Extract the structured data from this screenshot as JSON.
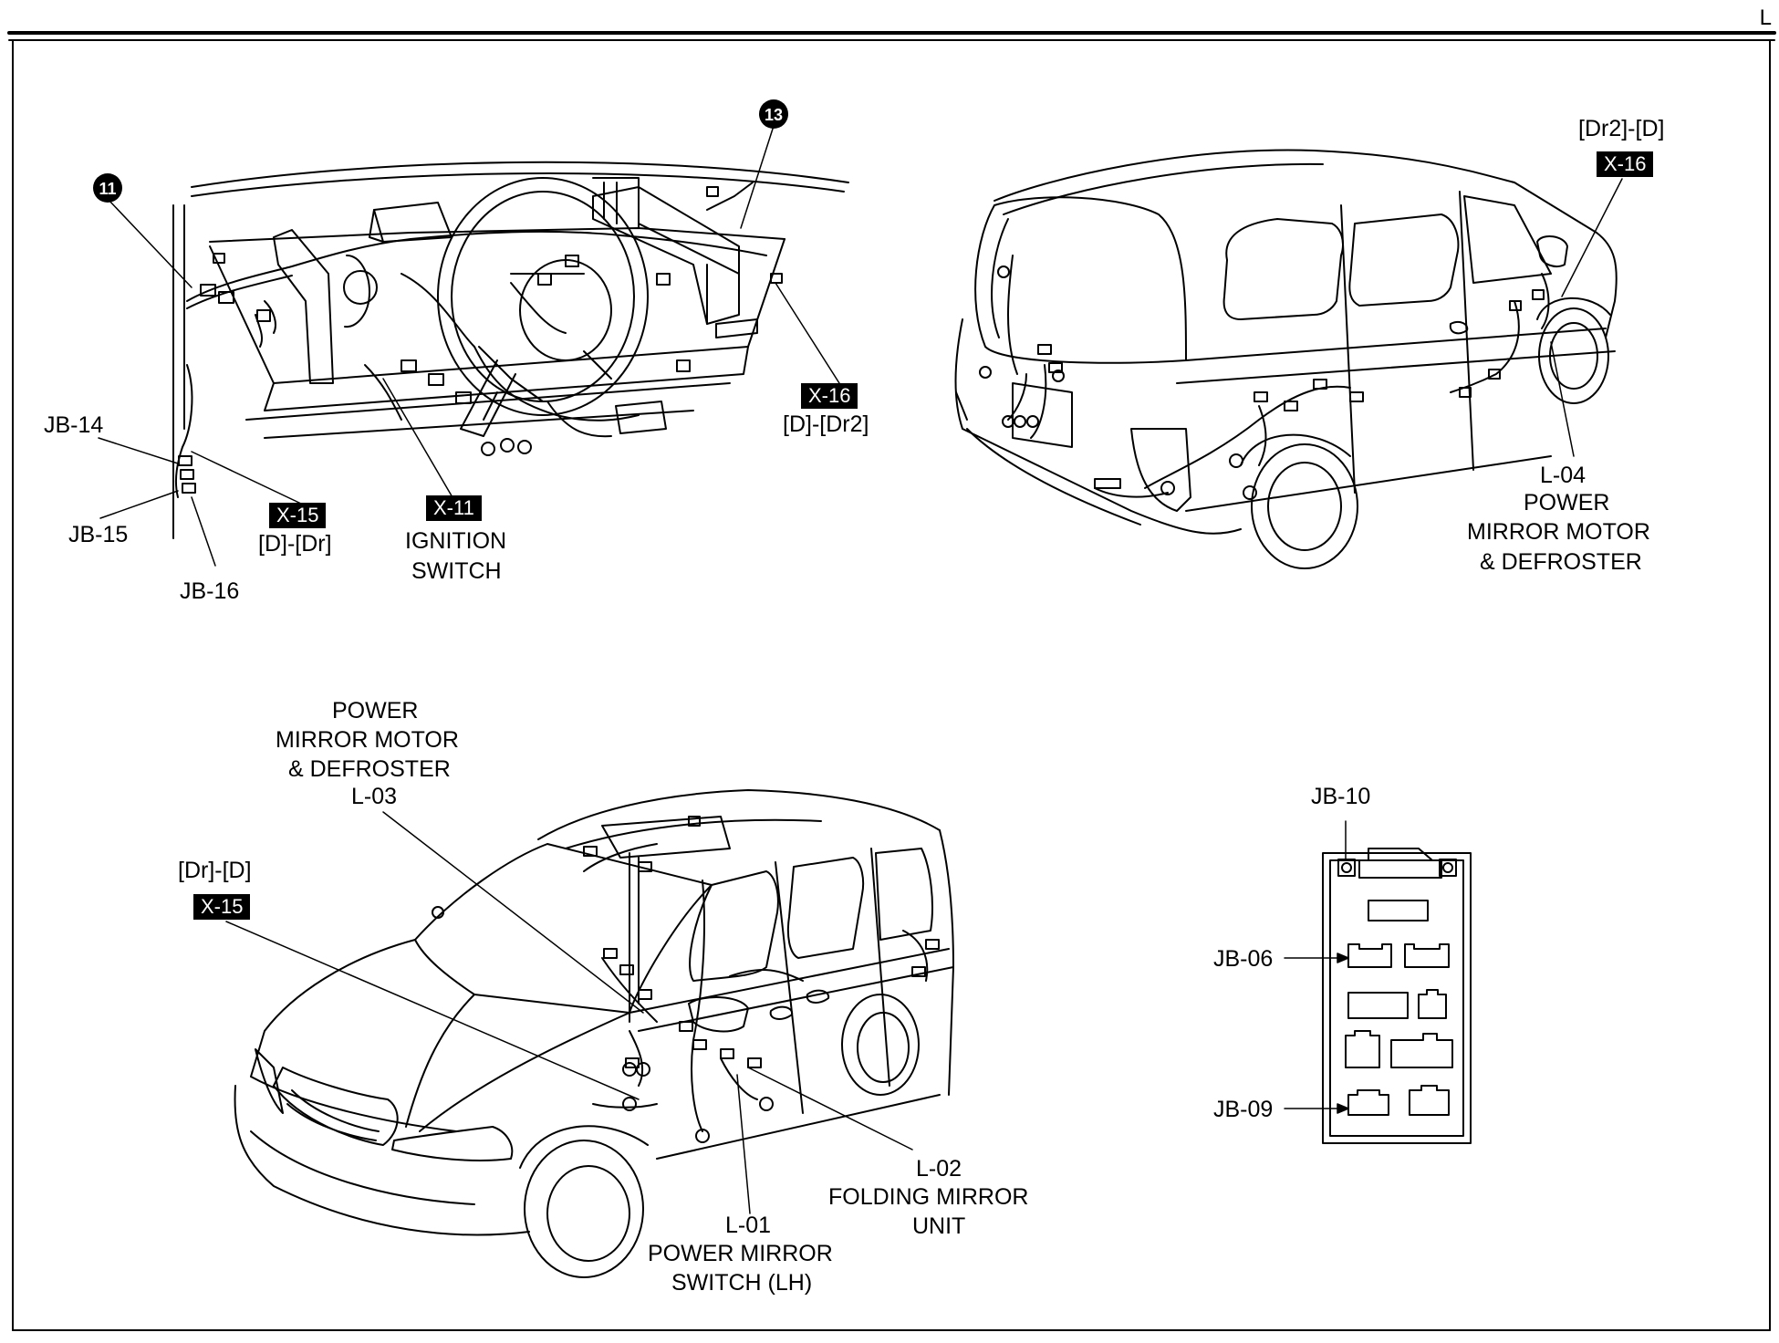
{
  "page": {
    "corner_mark": "L"
  },
  "dashboard": {
    "callout_11": "11",
    "callout_13": "13",
    "jb14": "JB-14",
    "jb15": "JB-15",
    "jb16": "JB-16",
    "x15_tag": "X-15",
    "x15_pins": "[D]-[Dr]",
    "x11_tag": "X-11",
    "x11_name_1": "IGNITION",
    "x11_name_2": "SWITCH",
    "x16_tag": "X-16",
    "x16_pins": "[D]-[Dr2]"
  },
  "rear_view": {
    "x16_pins": "[Dr2]-[D]",
    "x16_tag": "X-16",
    "l04_code": "L-04",
    "l04_name_1": "POWER",
    "l04_name_2": "MIRROR MOTOR",
    "l04_name_3": "& DEFROSTER"
  },
  "front_view": {
    "l03_name_1": "POWER",
    "l03_name_2": "MIRROR MOTOR",
    "l03_name_3": "& DEFROSTER",
    "l03_code": "L-03",
    "x15_pins": "[Dr]-[D]",
    "x15_tag": "X-15",
    "l02_code": "L-02",
    "l02_name_1": "FOLDING MIRROR",
    "l02_name_2": "UNIT",
    "l01_code": "L-01",
    "l01_name_1": "POWER MIRROR",
    "l01_name_2": "SWITCH (LH)"
  },
  "junction_box": {
    "jb10": "JB-10",
    "jb06": "JB-06",
    "jb09": "JB-09"
  }
}
